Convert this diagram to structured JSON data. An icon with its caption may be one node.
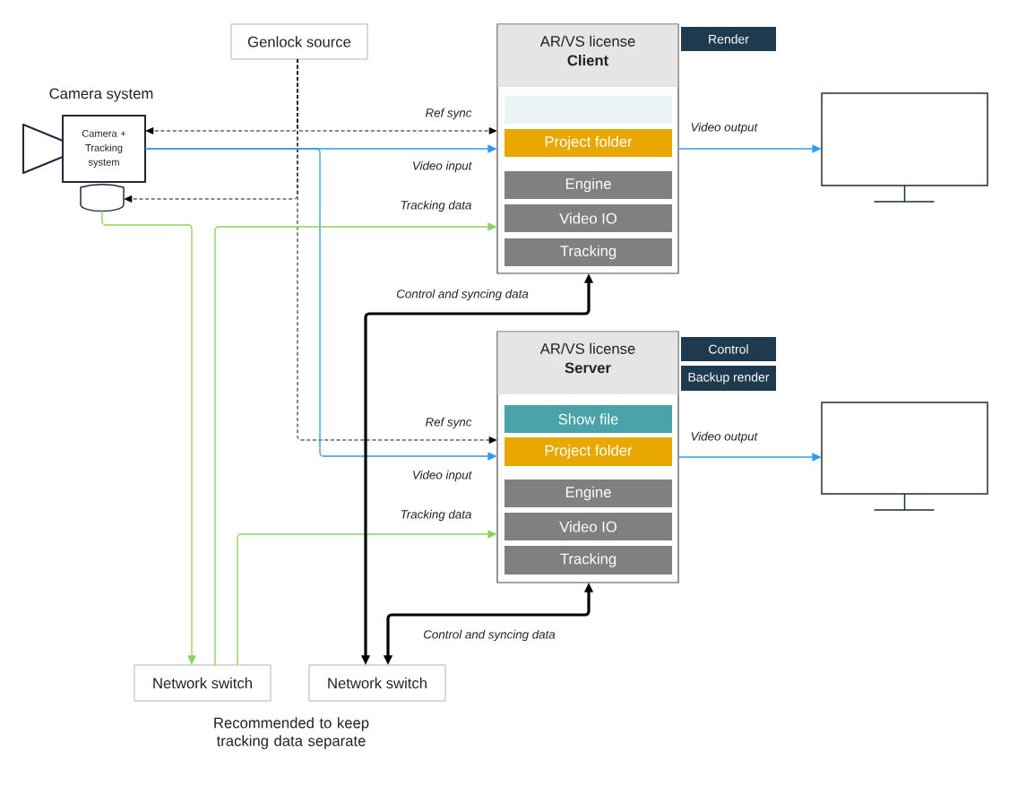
{
  "diagram": {
    "nodes": [
      {
        "text": [
          "Genlock source"
        ]
      },
      {
        "text": [
          "Camera + Tracking system"
        ],
        "beside": [
          "Camera system"
        ]
      },
      {
        "text": [],
        "shape": "cylinder"
      },
      {
        "text": [
          "AR/VS license",
          "Client"
        ]
      },
      {
        "text": [],
        "shape": "box",
        "in": 3
      },
      {
        "text": [
          "Project folder"
        ],
        "in": 3
      },
      {
        "text": [
          "Engine"
        ],
        "in": 3
      },
      {
        "text": [
          "Video IO"
        ],
        "in": 3
      },
      {
        "text": [
          "Tracking"
        ],
        "in": 3
      },
      {
        "text": [
          "Render"
        ]
      },
      {
        "text": [
          "AR/VS license",
          "Server"
        ]
      },
      {
        "text": [
          "Show file"
        ],
        "in": 10
      },
      {
        "text": [
          "Project folder"
        ],
        "in": 10
      },
      {
        "text": [
          "Engine"
        ],
        "in": 10
      },
      {
        "text": [
          "Video IO"
        ],
        "in": 10
      },
      {
        "text": [
          "Tracking"
        ],
        "in": 10
      },
      {
        "text": [
          "Control"
        ]
      },
      {
        "text": [
          "Backup render"
        ]
      },
      {
        "text": [],
        "shape": "monitor"
      },
      {
        "text": [],
        "shape": "monitor"
      },
      {
        "text": [
          "Network switch"
        ]
      },
      {
        "text": [
          "Network switch"
        ]
      }
    ],
    "edges": [
      {
        "from": 0,
        "to": 1,
        "arrow": "to",
        "style": "dashed"
      },
      {
        "from": 0,
        "to": 3,
        "arrow": "to",
        "style": "dashed",
        "label": "Ref sync"
      },
      {
        "from": 0,
        "to": 2,
        "arrow": "to",
        "style": "dashed"
      },
      {
        "from": 0,
        "to": 10,
        "arrow": "to",
        "style": "dashed",
        "label": "Ref sync"
      },
      {
        "from": 1,
        "to": 3,
        "arrow": "to",
        "color": "#2f9bf0",
        "label": "Video input"
      },
      {
        "from": 1,
        "to": 10,
        "arrow": "to",
        "color": "#2f9bf0",
        "label": "Video input"
      },
      {
        "from": 2,
        "to": 20,
        "arrow": "to",
        "color": "#8ed15a"
      },
      {
        "from": 20,
        "to": 3,
        "arrow": "to",
        "color": "#8ed15a",
        "label": "Tracking data"
      },
      {
        "from": 20,
        "to": 10,
        "arrow": "to",
        "color": "#8ed15a",
        "label": "Tracking data"
      },
      {
        "from": 3,
        "to": 21,
        "arrow": "both",
        "style": "thick",
        "label": "Control and syncing data"
      },
      {
        "from": 10,
        "to": 21,
        "arrow": "both",
        "style": "thick",
        "label": "Control and syncing data"
      },
      {
        "from": 3,
        "to": 18,
        "arrow": "to",
        "color": "#2f9bf0",
        "label": "Video output"
      },
      {
        "from": 10,
        "to": 19,
        "arrow": "to",
        "color": "#2f9bf0",
        "label": "Video output"
      }
    ],
    "labels": [
      "Recommended to keep tracking data separate"
    ]
  }
}
